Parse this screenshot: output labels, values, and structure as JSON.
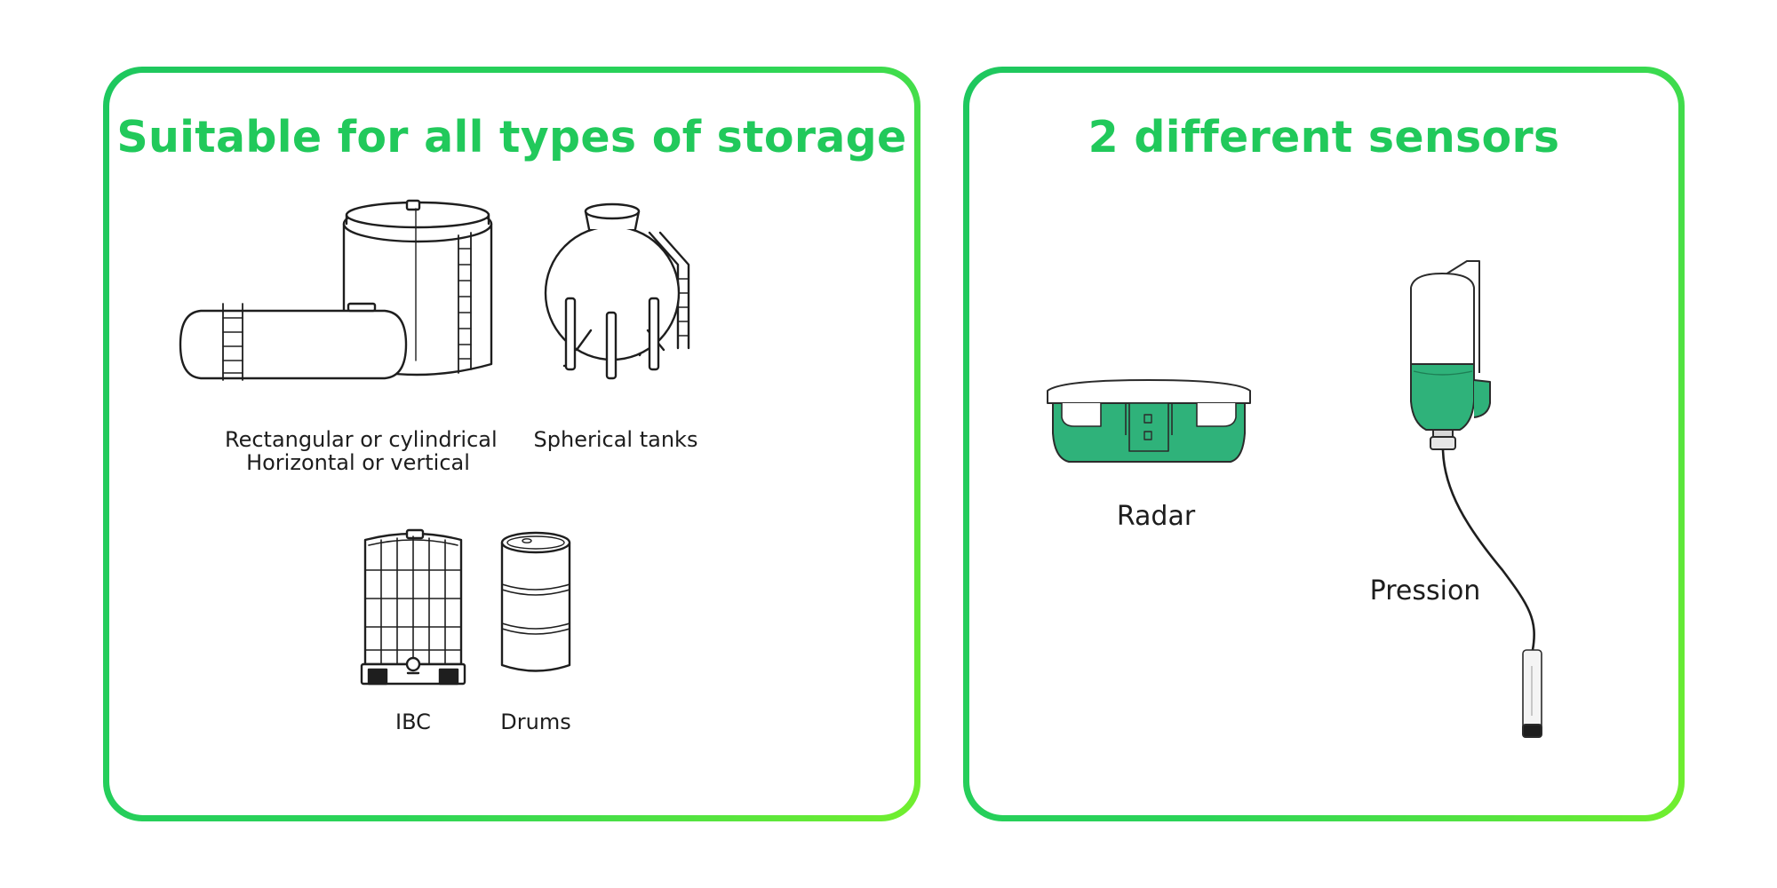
{
  "storage_card": {
    "title": "Suitable for all types of storage",
    "items": [
      {
        "line1": "Rectangular or cylindrical",
        "line2": "Horizontal or vertical"
      },
      {
        "label": "Spherical tanks"
      },
      {
        "label": "IBC"
      },
      {
        "label": "Drums"
      }
    ]
  },
  "sensors_card": {
    "title": "2 different sensors",
    "items": [
      {
        "label": "Radar"
      },
      {
        "label": "Pression"
      }
    ]
  },
  "colors": {
    "accent_green": "#21c95b",
    "border_gradient_end": "#72ef2e",
    "sensor_body": "#2fb27a"
  },
  "icons": [
    "cylindrical-tanks-icon",
    "spherical-tank-icon",
    "ibc-container-icon",
    "drum-icon",
    "radar-sensor-icon",
    "pressure-sensor-icon"
  ]
}
